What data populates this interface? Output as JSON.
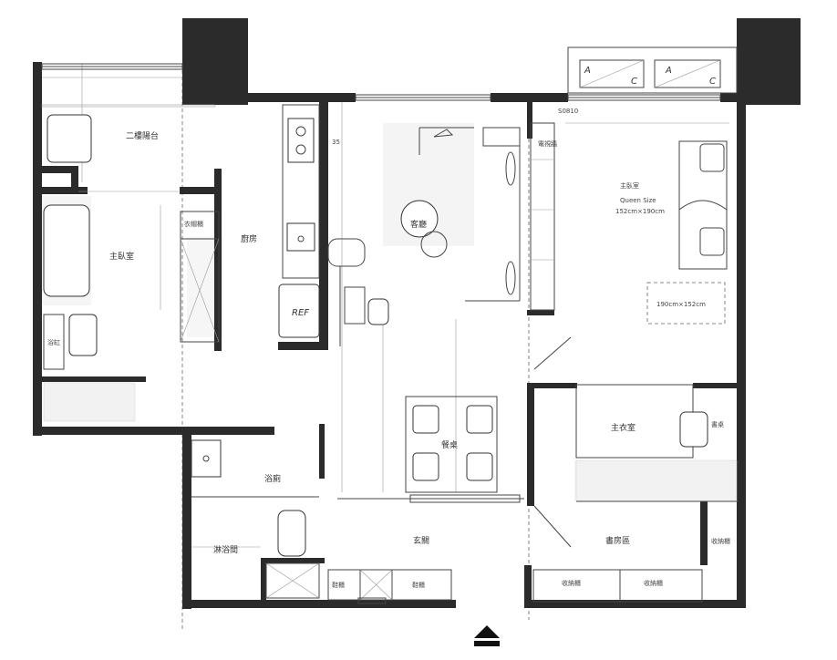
{
  "labels": {
    "balcony": "二樓陽台",
    "master_bath": "主臥室",
    "laundry_cabinet": "衣帽櫃",
    "kitchen": "廚房",
    "master_bedroom_size": "Queen Size",
    "master_bedroom_dim": "152cm×190cm",
    "bed_dim_label": "190cm×152cm",
    "bed_caption": "主臥室",
    "living": "客廳",
    "fridge": "REF",
    "second_bedroom": "主衣室",
    "powder_room": "浴廁",
    "shower": "淋浴間",
    "dining": "餐桌",
    "entry": "玄關",
    "shoe_cabinet_1": "鞋櫃",
    "shoe_cabinet_2": "鞋櫃",
    "storage_1": "收納櫃",
    "storage_2": "收納櫃",
    "study": "書房區",
    "storage_side": "收納櫃",
    "desk_side": "書桌",
    "tv_wall": "電視牆",
    "cooktop_mark": "35",
    "window_a1": "A",
    "window_c1": "C",
    "window_a2": "A",
    "window_c2": "C",
    "window_tag": "S0810",
    "tub_mark": "浴缸"
  },
  "icons": {
    "north_arrow": "north-arrow-icon"
  }
}
